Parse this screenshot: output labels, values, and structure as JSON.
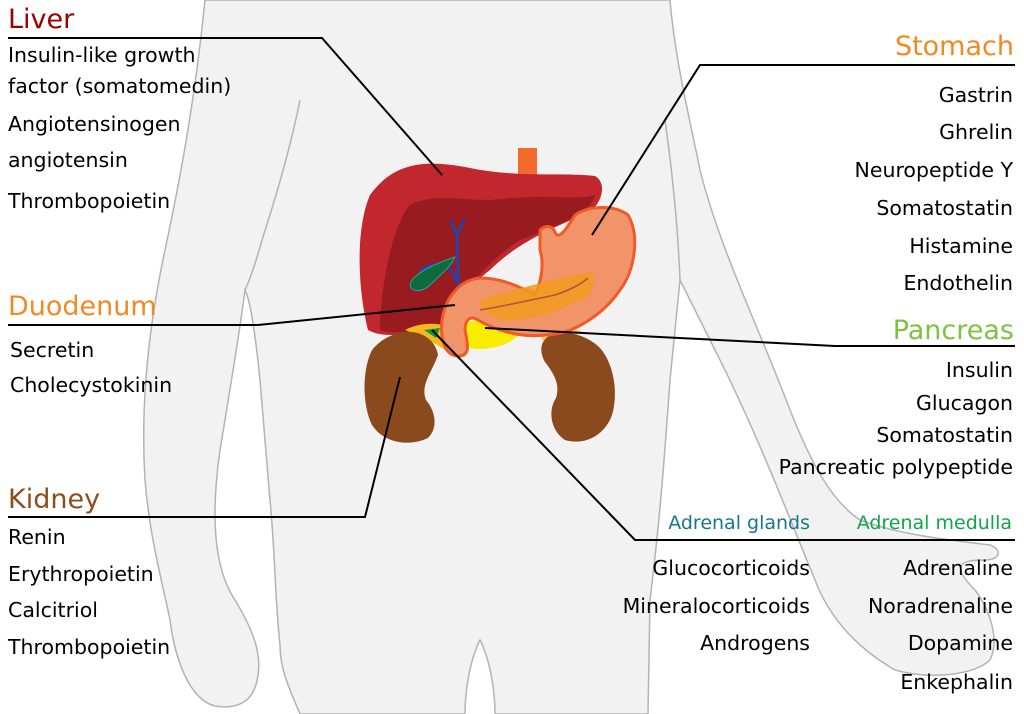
{
  "colors": {
    "liver": "#990000",
    "stomach": "#f08a24",
    "duodenum": "#ef8a24",
    "pancreas": "#7dc242",
    "kidney": "#8f4d1d",
    "adrenal_glands": "#17788c",
    "adrenal_medulla": "#12a54a"
  },
  "liver": {
    "title": "Liver",
    "hormones": [
      "Insulin-like growth",
      "factor (somatomedin)",
      "Angiotensinogen",
      "angiotensin",
      "Thrombopoietin"
    ]
  },
  "stomach": {
    "title": "Stomach",
    "hormones": [
      "Gastrin",
      "Ghrelin",
      "Neuropeptide Y",
      "Somatostatin",
      "Histamine",
      "Endothelin"
    ]
  },
  "duodenum": {
    "title": "Duodenum",
    "hormones": [
      "Secretin",
      "Cholecystokinin"
    ]
  },
  "pancreas": {
    "title": "Pancreas",
    "hormones": [
      "Insulin",
      "Glucagon",
      "Somatostatin",
      "Pancreatic polypeptide"
    ]
  },
  "kidney": {
    "title": "Kidney",
    "hormones": [
      "Renin",
      "Erythropoietin",
      "Calcitriol",
      "Thrombopoietin"
    ]
  },
  "adrenal_glands": {
    "title": "Adrenal glands",
    "hormones": [
      "Glucocorticoids",
      "Mineralocorticoids",
      "Androgens"
    ]
  },
  "adrenal_medulla": {
    "title": "Adrenal medulla",
    "hormones": [
      "Adrenaline",
      "Noradrenaline",
      "Dopamine",
      "Enkephalin"
    ]
  }
}
